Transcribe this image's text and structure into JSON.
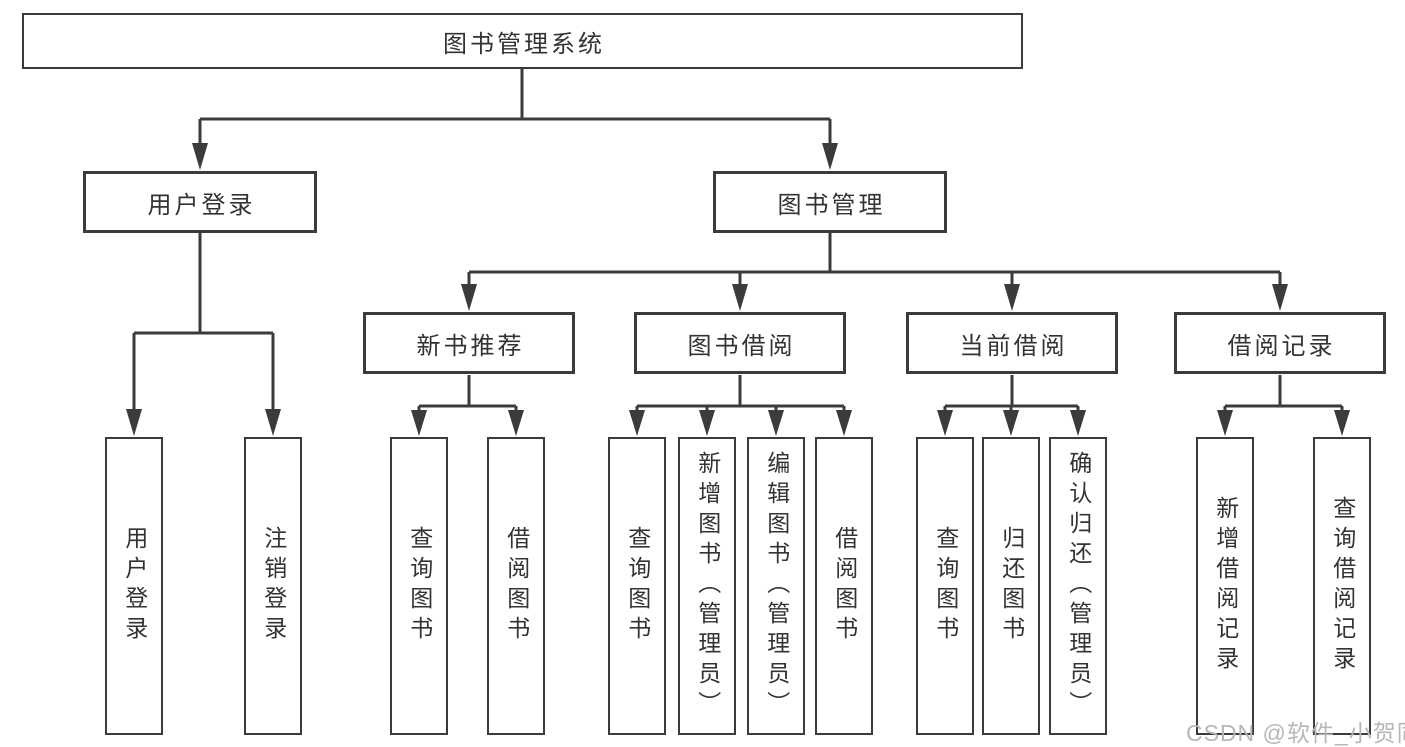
{
  "tree": {
    "label": "图书管理系统",
    "children": [
      {
        "label": "用户登录",
        "children": [
          {
            "label": "用户登录"
          },
          {
            "label": "注销登录"
          }
        ]
      },
      {
        "label": "图书管理",
        "children": [
          {
            "label": "新书推荐",
            "children": [
              {
                "label": "查询图书"
              },
              {
                "label": "借阅图书"
              }
            ]
          },
          {
            "label": "图书借阅",
            "children": [
              {
                "label": "查询图书"
              },
              {
                "label": "新增图书（管理员）"
              },
              {
                "label": "编辑图书（管理员）"
              },
              {
                "label": "借阅图书"
              }
            ]
          },
          {
            "label": "当前借阅",
            "children": [
              {
                "label": "查询图书"
              },
              {
                "label": "归还图书"
              },
              {
                "label": "确认归还（管理员）"
              }
            ]
          },
          {
            "label": "借阅记录",
            "children": [
              {
                "label": "新增借阅记录"
              },
              {
                "label": "查询借阅记录"
              }
            ]
          }
        ]
      }
    ]
  },
  "watermark": {
    "text": "CSDN @软件_小贺同学"
  },
  "colors": {
    "line": "#3b3b3b",
    "text": "#333333",
    "background": "#ffffff",
    "watermark": "#b7b7b7"
  }
}
